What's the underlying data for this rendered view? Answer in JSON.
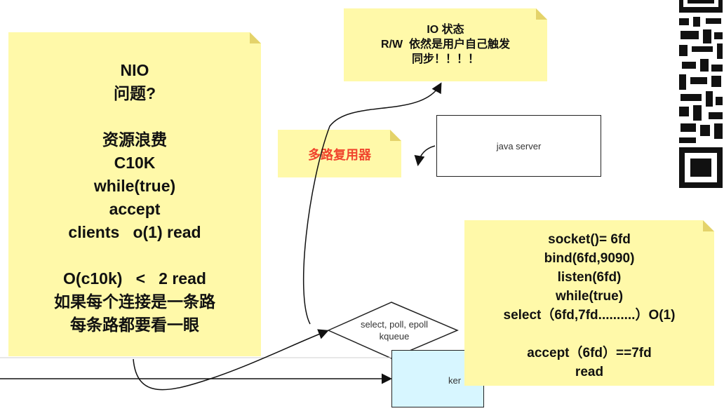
{
  "notes": {
    "nio": {
      "lines": [
        "NIO",
        "问题?",
        "",
        "资源浪费",
        "C10K",
        "while(true)",
        "accept",
        "clients   o(1) read",
        "",
        "O(c10k)   <   2 read",
        "如果每个连接是一条路",
        "每条路都要看一眼"
      ]
    },
    "io": {
      "lines": [
        "IO 状态",
        "R/W  依然是用户自己触发",
        "同步！！！！"
      ]
    },
    "mux": {
      "label": "多路复用器"
    },
    "code": {
      "lines": [
        "socket()= 6fd",
        "bind(6fd,9090)",
        "listen(6fd)",
        "while(true)",
        "select（6fd,7fd..........）O(1)",
        "",
        "accept（6fd）==7fd",
        "read"
      ]
    }
  },
  "shapes": {
    "java_server": "java  server",
    "select_line1": "select,  poll,  epoll",
    "select_line2": "kqueue",
    "kernel": "ker"
  },
  "colors": {
    "note_fill": "#fff9a9",
    "mux_text": "#f0452d",
    "kernel_fill": "#d7f6ff"
  }
}
